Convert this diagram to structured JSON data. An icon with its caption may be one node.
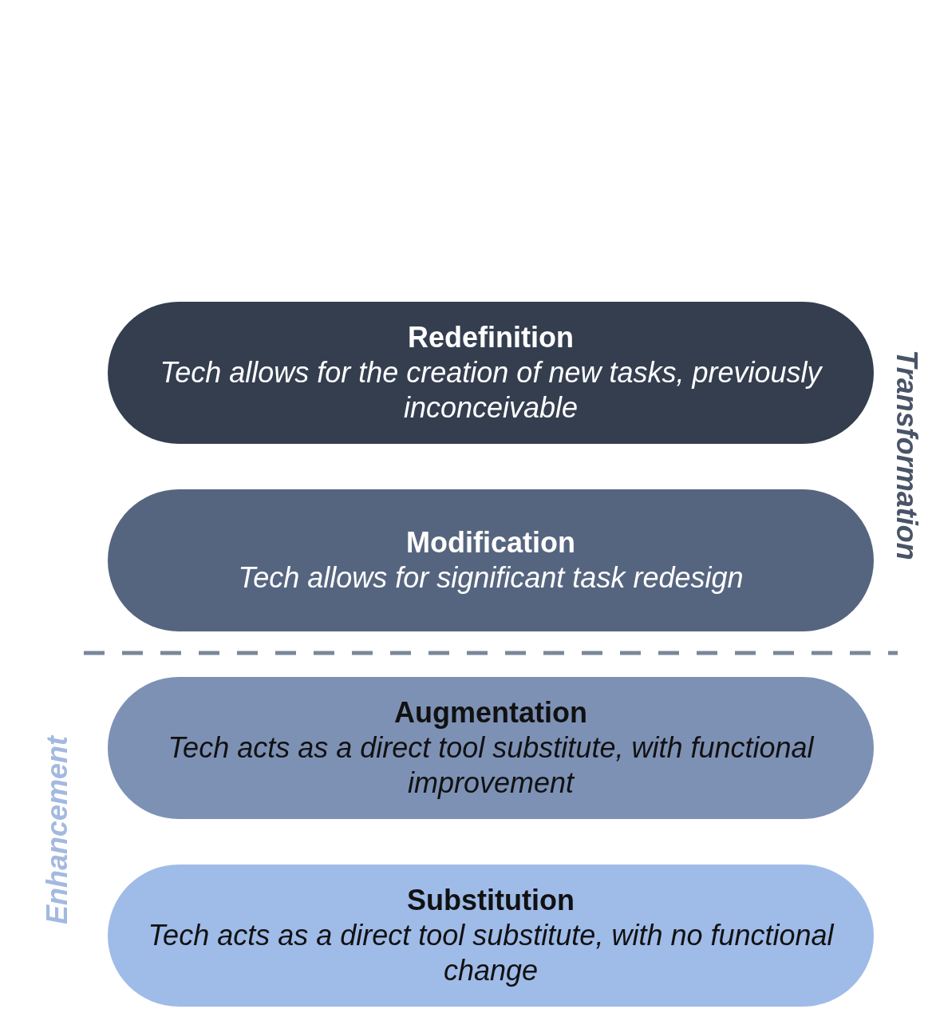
{
  "diagram": {
    "nodes": [
      {
        "text": [
          "Redefinition",
          "Tech allows for the creation of new tasks, previously inconceivable"
        ]
      },
      {
        "text": [
          "Modification",
          "Tech allows for significant task redesign"
        ]
      },
      {
        "text": [
          "Augmentation",
          "Tech acts as a direct tool substitute, with functional improvement"
        ]
      },
      {
        "text": [
          "Substitution",
          "Tech acts as a direct tool substitute, with no functional change"
        ]
      }
    ],
    "labels": [
      "Transformation",
      "Enhancement"
    ]
  }
}
